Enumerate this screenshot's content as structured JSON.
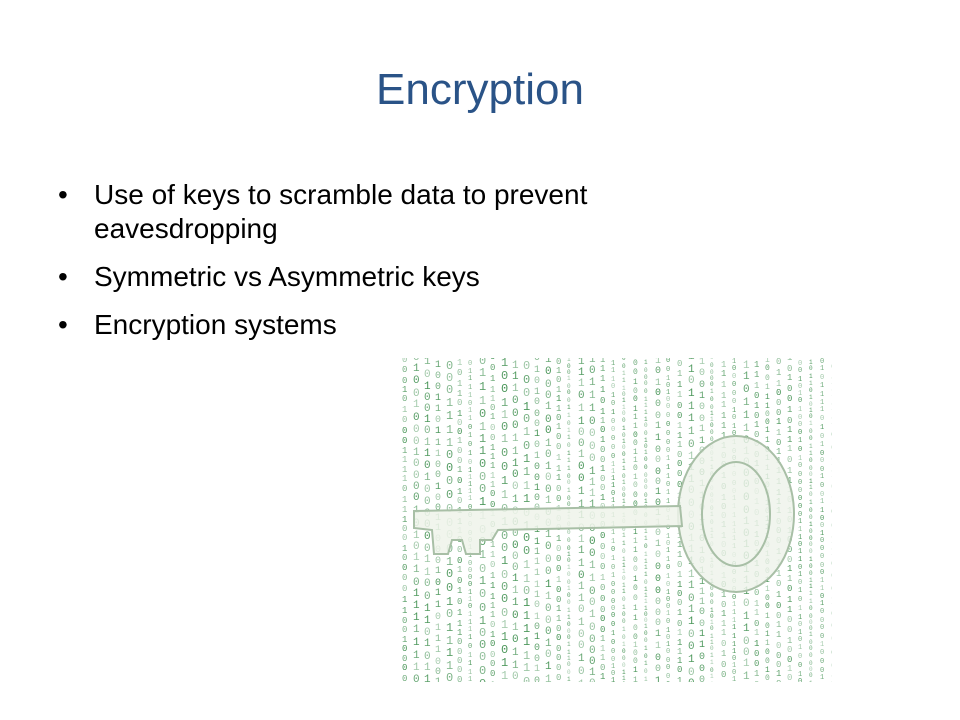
{
  "slide": {
    "title": "Encryption",
    "bullets": [
      {
        "symbol": "•",
        "text": "Use of keys to scramble data to prevent eavesdropping"
      },
      {
        "symbol": "•",
        "text": "Symmetric vs Asymmetric keys"
      },
      {
        "symbol": "•",
        "text": "Encryption systems"
      }
    ]
  },
  "colors": {
    "title": "#2a5387",
    "binary_green": "#3e8f4e",
    "key_fill": "#eef3ea",
    "key_outline": "#9bb59a"
  },
  "image": {
    "subject": "key-over-binary-code"
  }
}
